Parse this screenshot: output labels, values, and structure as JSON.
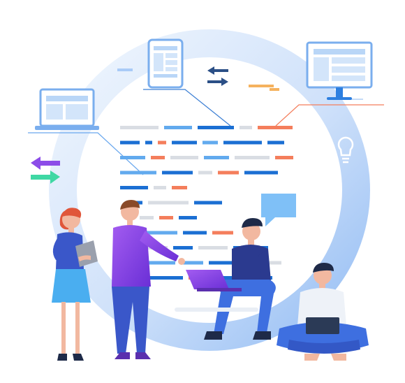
{
  "illustration": {
    "palette": {
      "ring_light": "#e3eefc",
      "ring_mid": "#a9cbf7",
      "blue_dark": "#1b6fd3",
      "blue_light": "#62aaee",
      "orange": "#f47e5c",
      "gray": "#d9dde3",
      "purple": "#8c4ce8",
      "green": "#3fd8a4",
      "navy": "#2b3a8f",
      "skin": "#f2b8a0",
      "hair_red": "#e0563a",
      "hair_dark": "#1e2a48"
    },
    "devices": [
      "laptop-icon",
      "tablet-icon",
      "monitor-icon",
      "lightbulb-icon",
      "chat-bubble-icon",
      "swap-arrows-icon"
    ],
    "code_rows": [
      [
        [
          "gray",
          55
        ],
        [
          "blue_light",
          40
        ],
        [
          "blue_dark",
          52
        ],
        [
          "gray",
          18
        ],
        [
          "orange",
          50
        ]
      ],
      [
        [
          "blue_dark",
          28
        ],
        [
          "blue_dark",
          10
        ],
        [
          "orange",
          12
        ],
        [
          "blue_dark",
          36
        ],
        [
          "blue_light",
          22
        ],
        [
          "blue_dark",
          55
        ],
        [
          "blue_dark",
          24
        ]
      ],
      [
        [
          "blue_light",
          36
        ],
        [
          "orange",
          20
        ],
        [
          "gray",
          40
        ],
        [
          "blue_light",
          36
        ],
        [
          "gray",
          50
        ],
        [
          "orange",
          26
        ]
      ],
      [
        [
          "blue_light",
          52
        ],
        [
          "blue_dark",
          44
        ],
        [
          "gray",
          20
        ],
        [
          "orange",
          30
        ],
        [
          "blue_dark",
          48
        ]
      ],
      [
        [
          "blue_dark",
          40
        ],
        [
          "gray",
          18
        ],
        [
          "orange",
          22
        ]
      ],
      [
        [
          "blue_dark",
          24
        ],
        [
          "gray",
          58
        ],
        [
          "blue_dark",
          40
        ]
      ],
      [
        [
          "gray",
          20
        ],
        [
          "orange",
          20
        ],
        [
          "blue_dark",
          26
        ]
      ],
      [
        [
          "blue_light",
          44
        ],
        [
          "blue_dark",
          34
        ],
        [
          "orange",
          30
        ]
      ],
      [
        [
          "gray",
          40
        ],
        [
          "blue_dark",
          28
        ],
        [
          "gray",
          42
        ],
        [
          "blue_dark",
          50
        ]
      ],
      [
        [
          "blue_light",
          46
        ],
        [
          "blue_light",
          32
        ],
        [
          "blue_dark",
          40
        ],
        [
          "gray",
          56
        ]
      ],
      [
        [
          "blue_dark",
          48
        ],
        [
          "orange",
          22
        ],
        [
          "blue_dark",
          90
        ]
      ]
    ],
    "people": [
      "woman-with-tablet",
      "man-pointing",
      "man-with-laptop-sitting",
      "man-cross-legged-with-laptop"
    ]
  }
}
